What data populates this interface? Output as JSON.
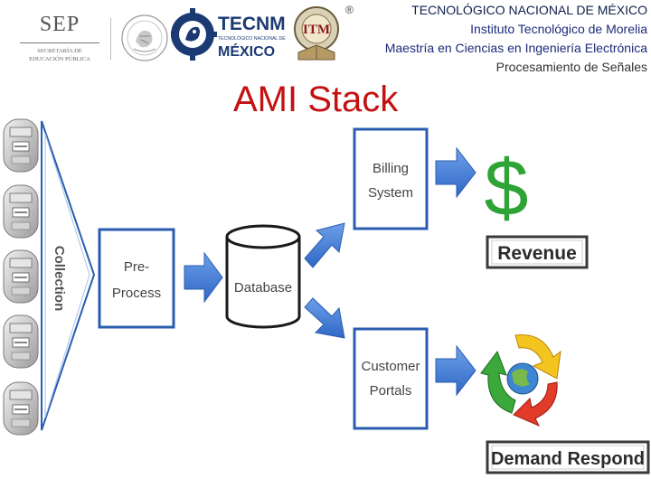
{
  "header": {
    "sep_logo": "SEP",
    "sep_subtitle_1": "Secretaría de",
    "sep_subtitle_2": "Educación Pública",
    "tecnm_logo": "TECNM",
    "tecnm_sub": "TECNOLÓGICO NACIONAL DE",
    "tecnm_mexico": "MÉXICO",
    "itm_logo": "ITM",
    "registered": "®",
    "line1": "TECNOLÓGICO NACIONAL DE MÉXICO",
    "line2": "Instituto Tecnológico de Morelia",
    "line3": "Maestría en Ciencias en Ingeniería Electrónica",
    "line4": "Procesamiento de Señales"
  },
  "slide": {
    "title": "AMI Stack"
  },
  "diagram": {
    "collection": "Collection",
    "preprocess_1": "Pre-",
    "preprocess_2": "Process",
    "database": "Database",
    "billing_1": "Billing",
    "billing_2": "System",
    "portals_1": "Customer",
    "portals_2": "Portals",
    "dollar": "$",
    "revenue": "Revenue",
    "demand": "Demand Respond"
  },
  "colors": {
    "title": "#c41111",
    "box_border": "#2a5db0",
    "arrow": "#3f7bd6",
    "dollar": "#2ea336"
  }
}
